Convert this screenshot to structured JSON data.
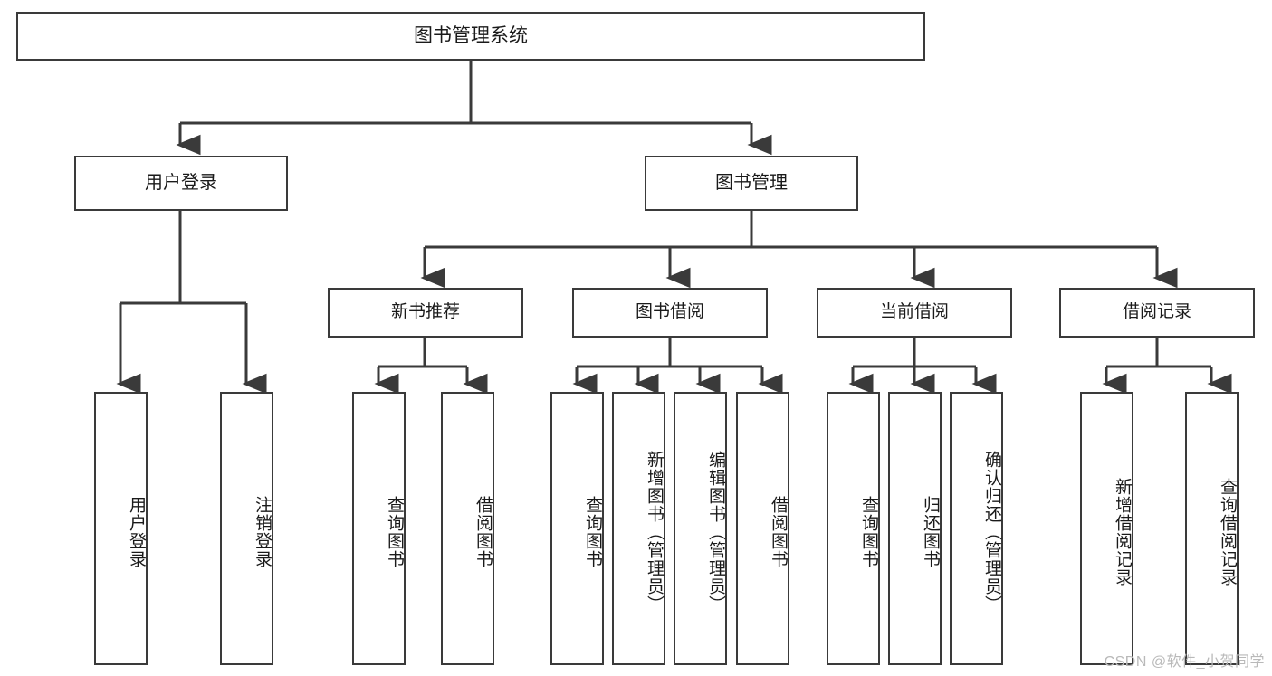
{
  "diagram": {
    "title": "图书管理系统",
    "type": "tree",
    "watermark": "CSDN @软件_小贺同学",
    "colors": {
      "box_border": "#3a3a3a",
      "box_fill": "#ffffff",
      "connector": "#3a3a3a",
      "text": "#1a1a1a",
      "watermark": "#b9b9b9"
    },
    "nodes": {
      "root": {
        "label": "图书管理系统"
      },
      "level1": [
        {
          "id": "login",
          "label": "用户登录"
        },
        {
          "id": "bookmgmt",
          "label": "图书管理"
        }
      ],
      "level2": [
        {
          "id": "newbook",
          "label": "新书推荐"
        },
        {
          "id": "borrow",
          "label": "图书借阅"
        },
        {
          "id": "current",
          "label": "当前借阅"
        },
        {
          "id": "record",
          "label": "借阅记录"
        }
      ],
      "leaves": {
        "login": [
          {
            "label": "用户登录"
          },
          {
            "label": "注销登录"
          }
        ],
        "newbook": [
          {
            "label": "查询图书"
          },
          {
            "label": "借阅图书"
          }
        ],
        "borrow": [
          {
            "label": "查询图书"
          },
          {
            "label": "新增图书（管理员）"
          },
          {
            "label": "编辑图书（管理员）"
          },
          {
            "label": "借阅图书"
          }
        ],
        "current": [
          {
            "label": "查询图书"
          },
          {
            "label": "归还图书"
          },
          {
            "label": "确认归还（管理员）"
          }
        ],
        "record": [
          {
            "label": "新增借阅记录"
          },
          {
            "label": "查询借阅记录"
          }
        ]
      }
    }
  }
}
